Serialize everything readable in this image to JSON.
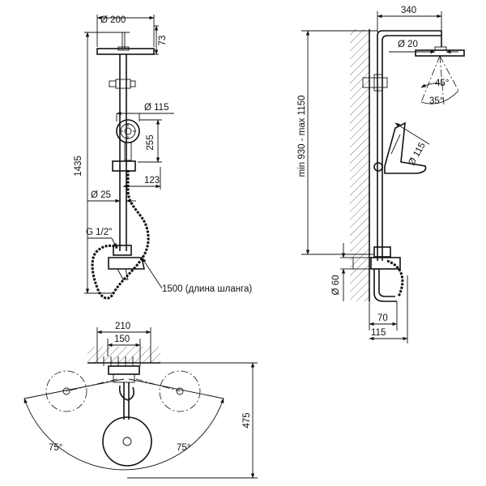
{
  "front_view": {
    "dim_head_diameter": "Ø 200",
    "dim_head_height": "73",
    "dim_total_height": "1435",
    "dim_handshower_diameter": "Ø 115",
    "dim_holder_span": "255",
    "dim_holder_offset": "123",
    "dim_pipe_diameter": "Ø 25",
    "dim_connection_thread": "G 1/2\"",
    "dim_hose_length": "1500 (длина шланга)"
  },
  "side_view": {
    "dim_arm_length": "340",
    "dim_nozzle_diameter": "Ø 20",
    "dim_spray_angle_outer": "45°",
    "dim_spray_angle_inner": "35°",
    "dim_handshower_diameter": "Ø 115",
    "dim_height_range": "min 930 - max 1150",
    "dim_escutcheon_diameter": "Ø 60",
    "dim_spout_projection": "70",
    "dim_depth": "115"
  },
  "top_view": {
    "dim_outer_width": "210",
    "dim_inner_width": "150",
    "dim_depth": "475",
    "dim_angle_left": "75°",
    "dim_angle_right": "75°"
  }
}
